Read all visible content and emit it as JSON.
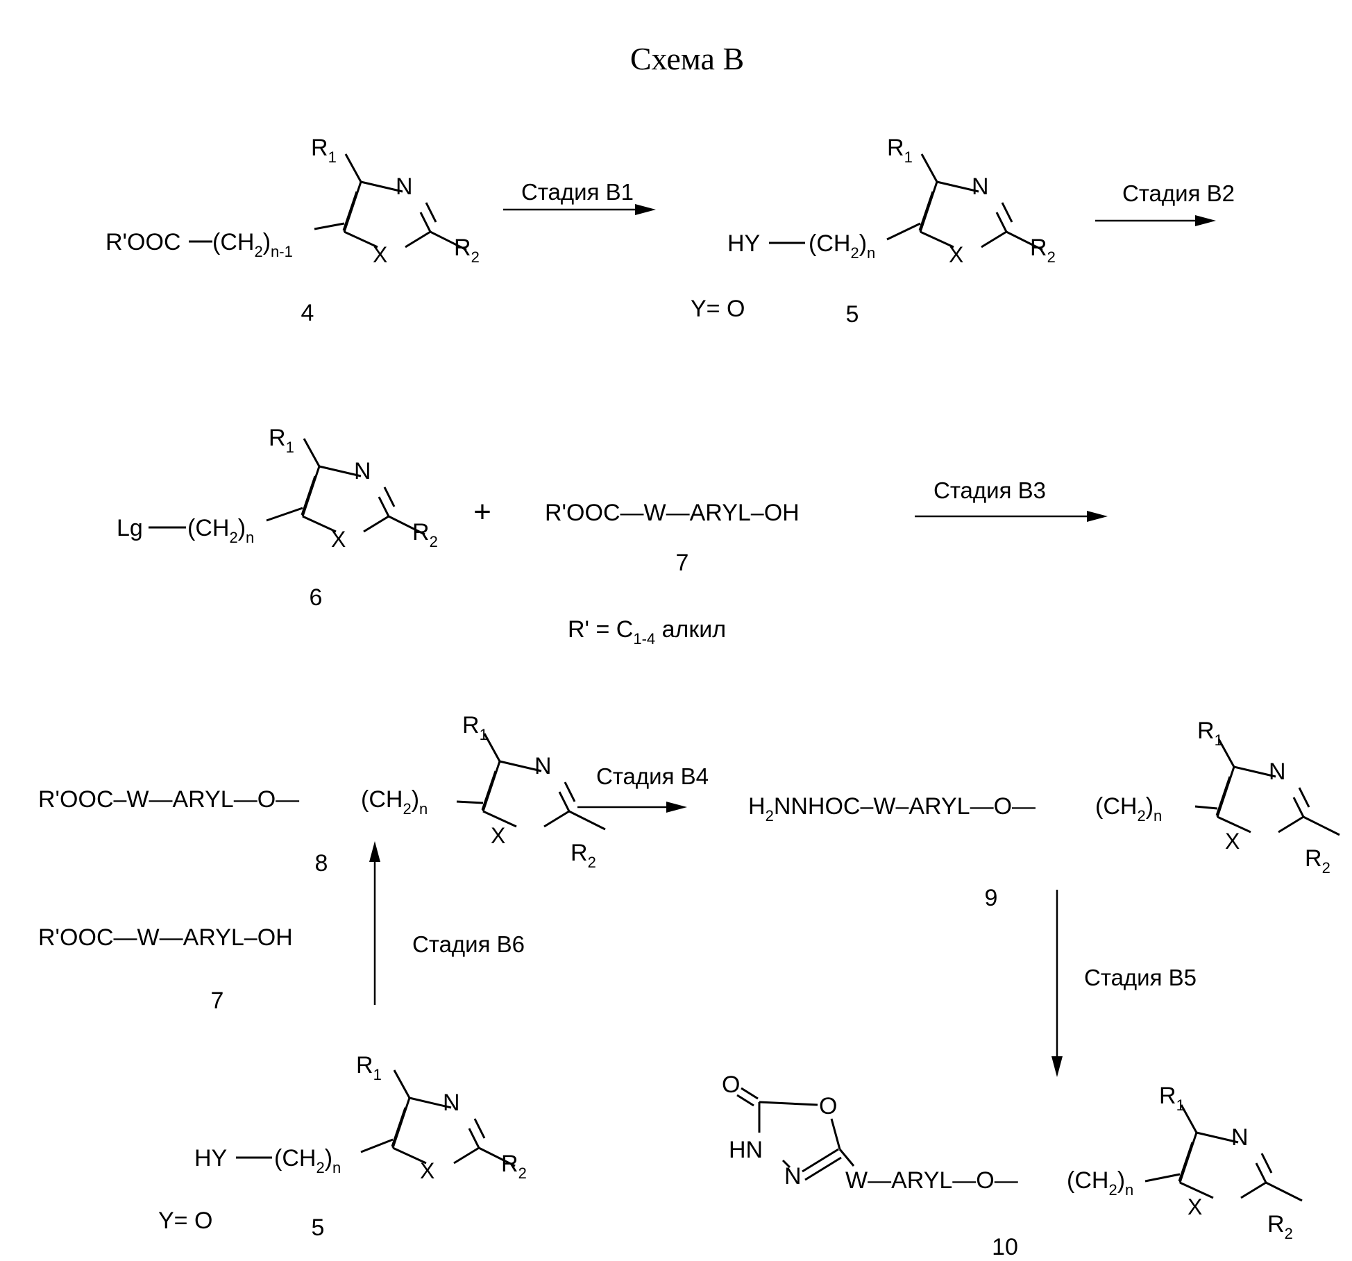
{
  "title": "Схема В",
  "stages": {
    "b1": "Стадия В1",
    "b2": "Стадия В2",
    "b3": "Стадия В3",
    "b4": "Стадия В4",
    "b5": "Стадия В5",
    "b6": "Стадия В6"
  },
  "compounds": {
    "c4": {
      "number": "4",
      "prefix": "R'OOC"
    },
    "c5": {
      "number": "5",
      "prefix": "HY",
      "note": "Y= O"
    },
    "c6": {
      "number": "6",
      "prefix": "Lg"
    },
    "c7": {
      "number": "7",
      "formula": "R'OOC—W—ARYL–OH",
      "note": "R' = C",
      "note_sub": "1-4",
      "note_tail": " алкил"
    },
    "c8": {
      "number": "8",
      "formula": "R'OOC–W—ARYL—O—"
    },
    "c9": {
      "number": "9",
      "formula": "NNHOC–W–ARYL—O—"
    },
    "c7b": {
      "number": "7",
      "formula": "R'OOC—W—ARYL–OH"
    },
    "c5b": {
      "number": "5",
      "prefix": "HY",
      "note": "Y= O"
    },
    "c10": {
      "number": "10",
      "formula": "W—ARYL—O—"
    }
  },
  "labels": {
    "r1": "R",
    "r2": "R",
    "sub1": "1",
    "sub2": "2",
    "n_atom": "N",
    "x_atom": "X",
    "o_atom": "O",
    "hn": "HN",
    "h": "H",
    "ch2_open": "(CH",
    "ch2_close": ")",
    "two": "2",
    "n_sub": "n",
    "n_minus_1": "n-1",
    "plus": "+"
  }
}
